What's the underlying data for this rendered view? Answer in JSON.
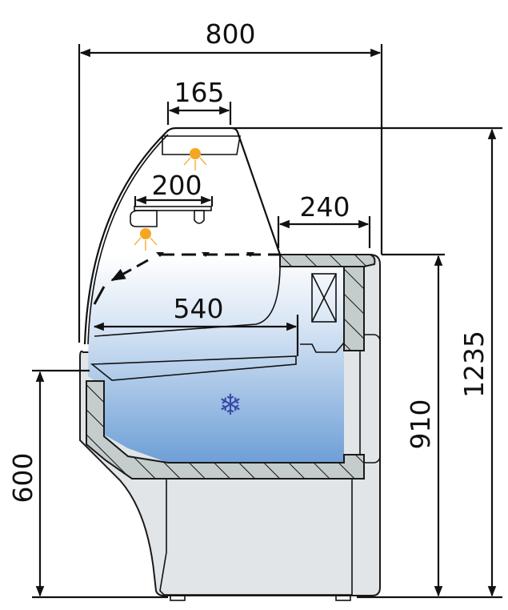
{
  "diagram": {
    "type": "refrigerated display counter cross-section",
    "dimensions_mm": {
      "overall_width": "800",
      "top_canopy_width": "165",
      "shelf_depth": "200",
      "rear_worktop_depth": "240",
      "display_depth": "540",
      "overall_height": "1235",
      "worktop_height": "910",
      "front_ledge_height": "600"
    },
    "symbols": {
      "refrigeration": "snowflake-icon",
      "lighting": "light-icon"
    },
    "colors": {
      "cooled_zone_top": "#f4f8fd",
      "cooled_zone_bottom": "#6e9fd6",
      "insulation": "#c5cccc",
      "cabinet": "#e1e5e7",
      "light": "#f5a623",
      "snowflake": "#3a4aa8",
      "line": "#111111"
    }
  }
}
